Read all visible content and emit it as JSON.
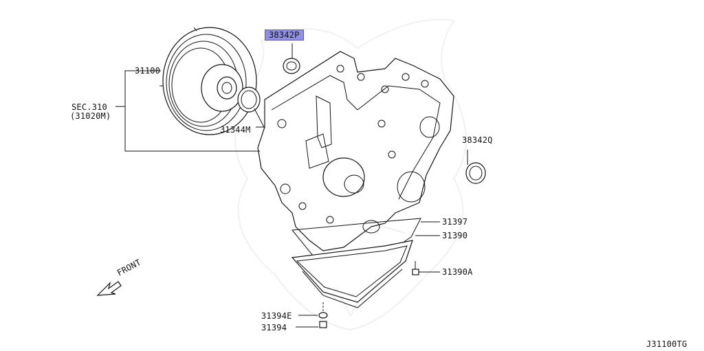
{
  "diagram": {
    "watermark": "samurai-helmet-watermark",
    "parts": [
      {
        "id": "p38342p",
        "text": "38342P",
        "highlighted": true
      },
      {
        "id": "p31100",
        "text": "31100",
        "highlighted": false
      },
      {
        "id": "psec310",
        "text": "SEC.310",
        "highlighted": false
      },
      {
        "id": "psec310b",
        "text": "(31020M)",
        "highlighted": false
      },
      {
        "id": "p31344m",
        "text": "31344M",
        "highlighted": false
      },
      {
        "id": "p38342q",
        "text": "38342Q",
        "highlighted": false
      },
      {
        "id": "p31397",
        "text": "31397",
        "highlighted": false
      },
      {
        "id": "p31390",
        "text": "31390",
        "highlighted": false
      },
      {
        "id": "p31390a",
        "text": "31390A",
        "highlighted": false
      },
      {
        "id": "p31394e",
        "text": "31394E",
        "highlighted": false
      },
      {
        "id": "p31394",
        "text": "31394",
        "highlighted": false
      }
    ],
    "front_label": "FRONT",
    "drawing_code": "J31100TG",
    "highlight_color": "#8f8fe6"
  }
}
